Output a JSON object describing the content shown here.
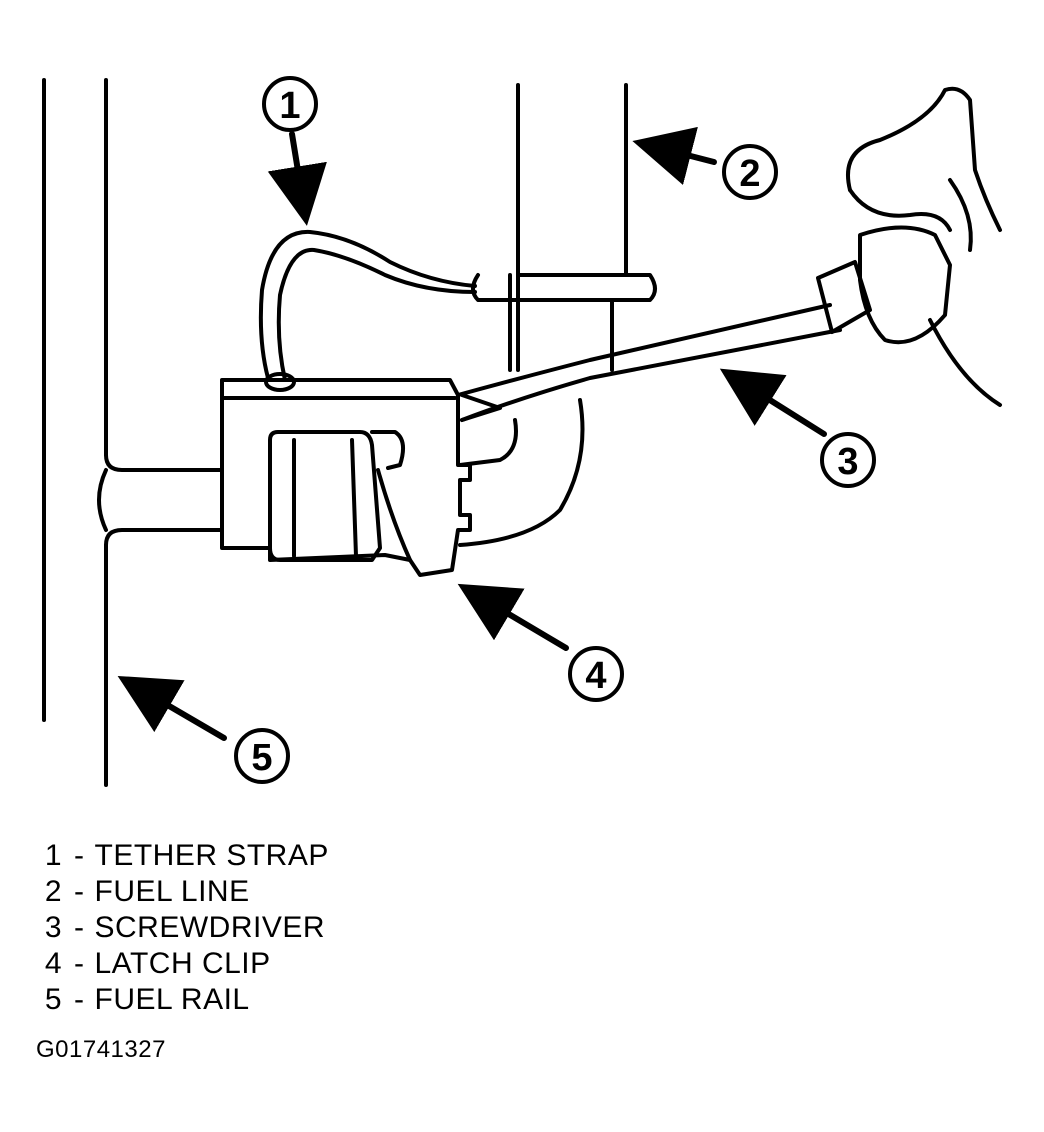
{
  "callouts": [
    {
      "number": "1",
      "label": "TETHER STRAP"
    },
    {
      "number": "2",
      "label": "FUEL LINE"
    },
    {
      "number": "3",
      "label": "SCREWDRIVER"
    },
    {
      "number": "4",
      "label": "LATCH CLIP"
    },
    {
      "number": "5",
      "label": "FUEL RAIL"
    }
  ],
  "legend_separator": "-",
  "figure_id": "G01741327"
}
